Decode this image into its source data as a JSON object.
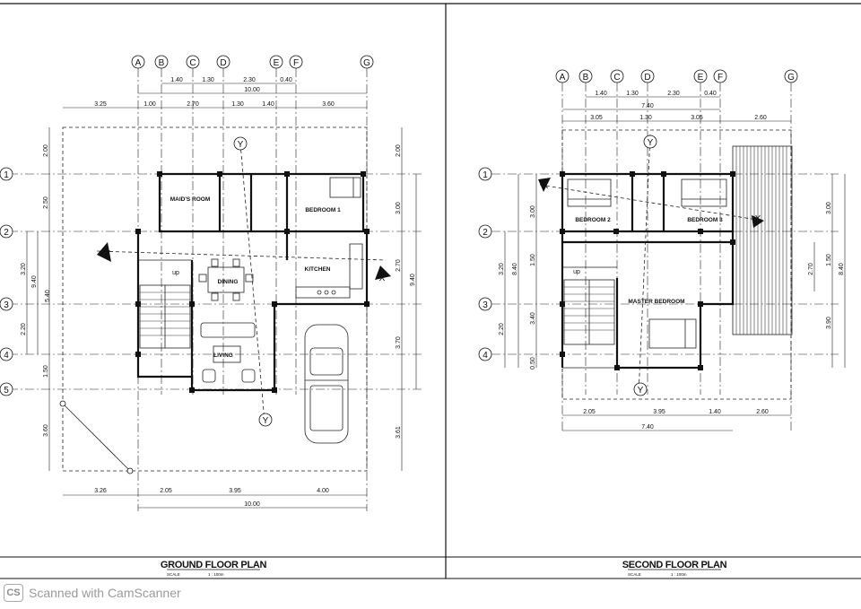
{
  "ground_floor": {
    "title": "GROUND FLOOR PLAN",
    "scale_label": "SCALE",
    "scale_ratio": "1 : 100m",
    "grid_cols": [
      "A",
      "B",
      "C",
      "D",
      "E",
      "F",
      "G"
    ],
    "grid_rows": [
      "1",
      "2",
      "3",
      "4",
      "5"
    ],
    "top_dims_1": [
      "1.40",
      "1.30",
      "2.30",
      "0.40"
    ],
    "top_total": "10.00",
    "top_dims_2": [
      "3.25",
      "1.00",
      "2.70",
      "1.30",
      "1.40",
      "3.60"
    ],
    "bottom_dims": [
      "3.26",
      "2.05",
      "3.95",
      "4.00"
    ],
    "bottom_total": "10.00",
    "left_dims": [
      "2.00",
      "2.50",
      "3.20",
      "2.20",
      "1.50",
      "3.60"
    ],
    "left_total": "9.40",
    "left_inner": "5.40",
    "right_dims": [
      "2.00",
      "3.00",
      "2.70",
      "3.70",
      "3.61"
    ],
    "right_total": "9.40",
    "rooms": [
      "MAID'S ROOM",
      "BEDROOM 1",
      "DINING",
      "KITCHEN",
      "LIVING"
    ],
    "up": "up"
  },
  "second_floor": {
    "title": "SECOND FLOOR PLAN",
    "scale_label": "SCALE",
    "scale_ratio": "1 : 100m",
    "grid_cols": [
      "A",
      "B",
      "C",
      "D",
      "E",
      "F",
      "G"
    ],
    "grid_rows": [
      "1",
      "2",
      "3",
      "4"
    ],
    "top_dims_1": [
      "1.40",
      "1.30",
      "2.30",
      "0.40"
    ],
    "top_total": "7.40",
    "top_dims_2": [
      "3.05",
      "1.30",
      "3.05",
      "2.60"
    ],
    "bottom_dims": [
      "2.05",
      "3.95",
      "1.40",
      "2.60"
    ],
    "bottom_total": "7.40",
    "left_dims": [
      "3.00",
      "1.50",
      "3.40",
      "0.50"
    ],
    "left_outer": [
      "3.20",
      "2.20"
    ],
    "left_total": "8.40",
    "right_dims": [
      "3.00",
      "1.50",
      "3.90"
    ],
    "right_inner": "2.70",
    "right_total": "8.40",
    "rooms": [
      "BEDROOM 2",
      "BEDROOM 3",
      "MASTER BEDROOM"
    ],
    "up": "up"
  },
  "markers": {
    "x": "X",
    "y": "Y"
  },
  "footer": {
    "logo": "CS",
    "text": "Scanned with CamScanner"
  }
}
